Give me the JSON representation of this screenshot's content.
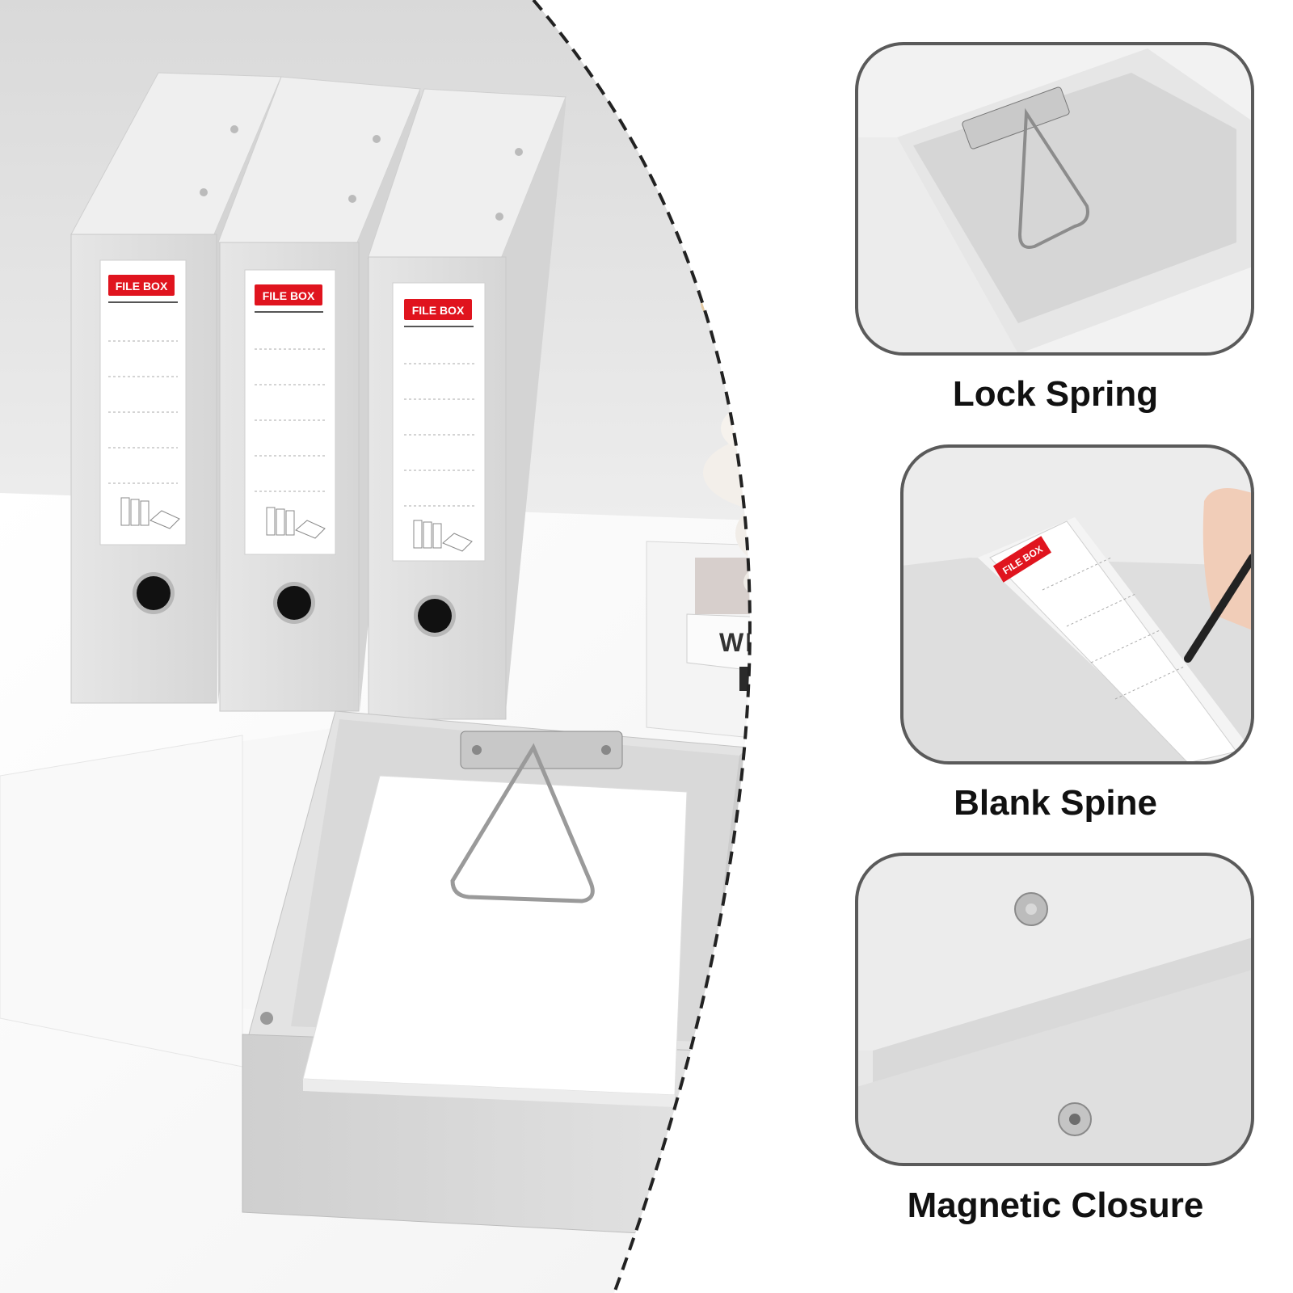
{
  "product": {
    "box_label_text": "FILE BOX",
    "book_text": "WELCOME",
    "binder_count": 3
  },
  "features": [
    {
      "caption": "Lock Spring",
      "icon": "lock-spring-icon"
    },
    {
      "caption": "Blank Spine",
      "icon": "blank-spine-icon"
    },
    {
      "caption": "Magnetic Closure",
      "icon": "magnetic-closure-icon"
    }
  ],
  "colors": {
    "box_gray": "#dcdcdc",
    "label_red": "#e0141e",
    "panel_border": "#5a5a5a",
    "caption_text": "#111111"
  }
}
